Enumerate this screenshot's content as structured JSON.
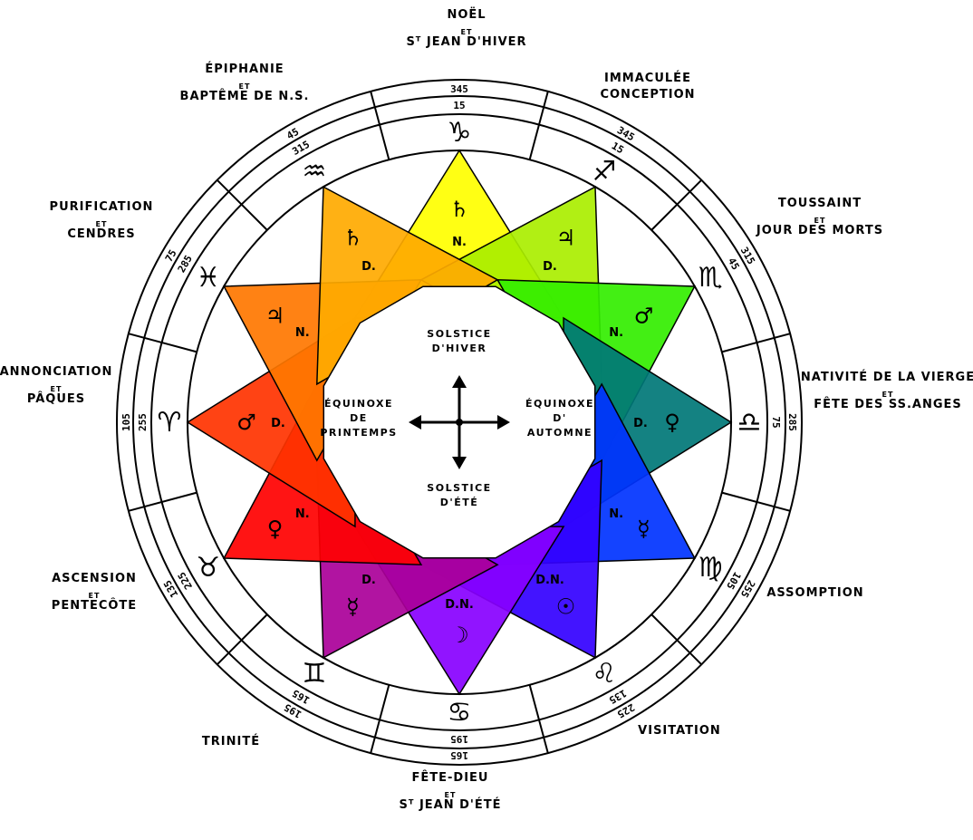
{
  "ring_labels": [
    {
      "id": "capricorn",
      "lines": [
        "NOËL",
        "ET",
        "S^T JEAN D'HIVER"
      ]
    },
    {
      "id": "sagittarius",
      "lines": [
        "IMMACULÉE",
        "CONCEPTION"
      ]
    },
    {
      "id": "scorpio",
      "lines": [
        "TOUSSAINT",
        "ET",
        "JOUR DES MORTS"
      ]
    },
    {
      "id": "libra",
      "lines": [
        "NATIVITÉ DE LA VIERGE",
        "ET",
        "FÊTE DES SS.ANGES"
      ]
    },
    {
      "id": "virgo",
      "lines": [
        "ASSOMPTION"
      ]
    },
    {
      "id": "leo",
      "lines": [
        "VISITATION"
      ]
    },
    {
      "id": "cancer",
      "lines": [
        "FÊTE-DIEU",
        "ET",
        "S^T JEAN D'ÉTÉ"
      ]
    },
    {
      "id": "gemini",
      "lines": [
        "TRINITÉ"
      ]
    },
    {
      "id": "taurus",
      "lines": [
        "ASCENSION",
        "ET",
        "PENTECÔTE"
      ]
    },
    {
      "id": "aries",
      "lines": [
        "ANNONCIATION",
        "ET",
        "PÂQUES"
      ]
    },
    {
      "id": "pisces",
      "lines": [
        "PURIFICATION",
        "ET",
        "CENDRES"
      ]
    },
    {
      "id": "aquarius",
      "lines": [
        "ÉPIPHANIE",
        "ET",
        "BAPTÊME DE N.S."
      ]
    }
  ],
  "signs": [
    {
      "id": "capricorn",
      "glyph": "♑",
      "outer": "345",
      "inner": "15"
    },
    {
      "id": "sagittarius",
      "glyph": "♐",
      "outer": "345",
      "inner": "15"
    },
    {
      "id": "scorpio",
      "glyph": "♏",
      "outer": "315",
      "inner": "45"
    },
    {
      "id": "libra",
      "glyph": "♎",
      "outer": "285",
      "inner": "75"
    },
    {
      "id": "virgo",
      "glyph": "♍",
      "outer": "255",
      "inner": "105"
    },
    {
      "id": "leo",
      "glyph": "♌",
      "outer": "225",
      "inner": "135"
    },
    {
      "id": "cancer",
      "glyph": "♋",
      "outer": "165",
      "inner": "195"
    },
    {
      "id": "gemini",
      "glyph": "♊",
      "outer": "195",
      "inner": "165"
    },
    {
      "id": "taurus",
      "glyph": "♉",
      "outer": "135",
      "inner": "225"
    },
    {
      "id": "aries",
      "glyph": "♈",
      "outer": "105",
      "inner": "255"
    },
    {
      "id": "pisces",
      "glyph": "♓",
      "outer": "75",
      "inner": "285"
    },
    {
      "id": "aquarius",
      "glyph": "♒",
      "outer": "45",
      "inner": "315"
    }
  ],
  "triangles": [
    {
      "id": "capricorn",
      "color": "#ffff00",
      "planet": "♄",
      "tag": "N."
    },
    {
      "id": "sagittarius",
      "color": "#aaee00",
      "planet": "♃",
      "tag": "D."
    },
    {
      "id": "scorpio",
      "color": "#33ee00",
      "planet": "♂",
      "tag": "N."
    },
    {
      "id": "libra",
      "color": "#007777",
      "planet": "♀",
      "tag": "D."
    },
    {
      "id": "virgo",
      "color": "#0033ff",
      "planet": "☿",
      "tag": "N."
    },
    {
      "id": "leo",
      "color": "#3300ff",
      "planet": "☉",
      "tag": "D.N."
    },
    {
      "id": "cancer",
      "color": "#8800ff",
      "planet": "☽",
      "tag": "D.N."
    },
    {
      "id": "gemini",
      "color": "#aa0099",
      "planet": "☿",
      "tag": "D."
    },
    {
      "id": "taurus",
      "color": "#ff0000",
      "planet": "♀",
      "tag": "N."
    },
    {
      "id": "aries",
      "color": "#ff3300",
      "planet": "♂",
      "tag": "D."
    },
    {
      "id": "pisces",
      "color": "#ff7700",
      "planet": "♃",
      "tag": "N."
    },
    {
      "id": "aquarius",
      "color": "#ffaa00",
      "planet": "♄",
      "tag": "D."
    }
  ],
  "center": {
    "top": [
      "SOLSTICE",
      "D'HIVER"
    ],
    "bottom": [
      "SOLSTICE",
      "D'ÉTÉ"
    ],
    "left": [
      "ÉQUINOXE",
      "DE",
      "PRINTEMPS"
    ],
    "right": [
      "ÉQUINOXE",
      "D'",
      "AUTOMNE"
    ]
  },
  "colors": {
    "line": "#000000",
    "background": "#ffffff"
  }
}
